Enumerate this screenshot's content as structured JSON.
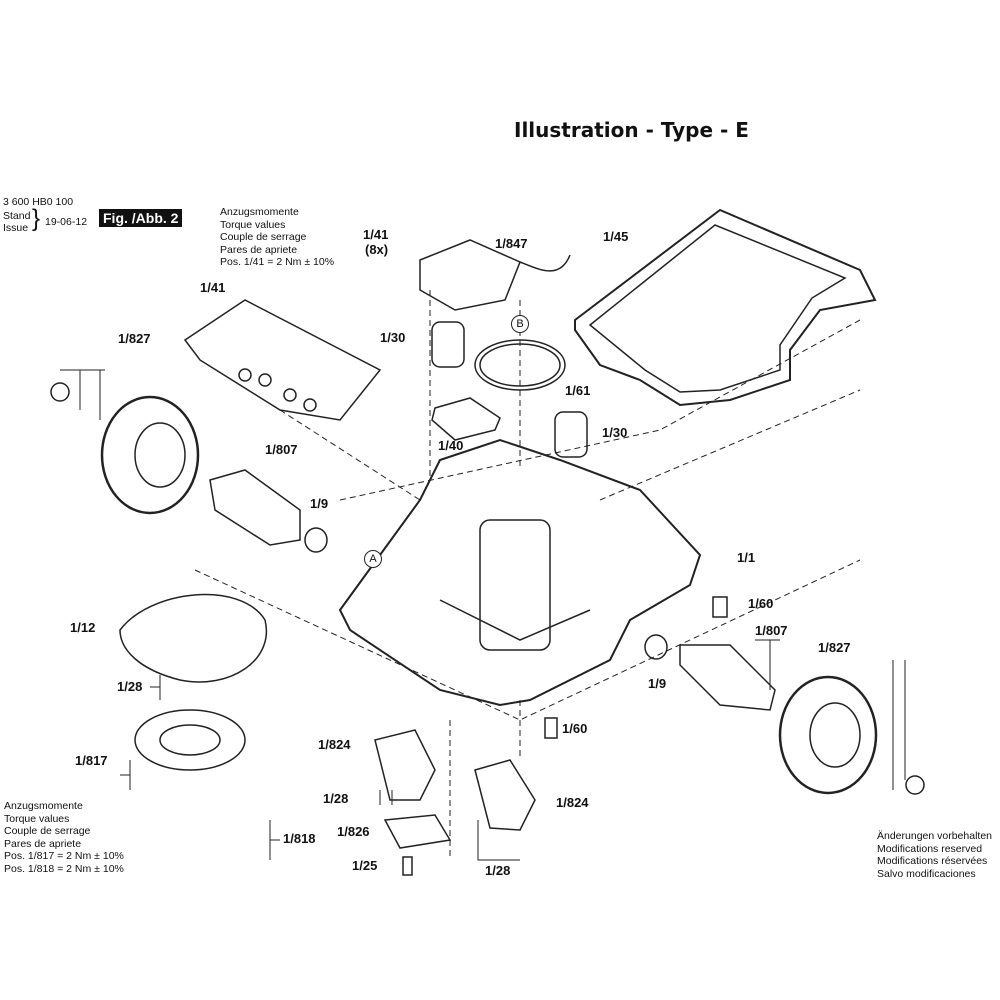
{
  "title": "Illustration - Type - E",
  "part_number": "3 600 HB0 100",
  "stand_label": "Stand",
  "issue_label": "Issue",
  "date": "19-06-12",
  "figure_label": "Fig. /Abb. 2",
  "torque_top": [
    "Anzugsmomente",
    "Torque values",
    "Couple de serrage",
    "Pares de apriete",
    "Pos.   1/41 = 2 Nm ± 10%"
  ],
  "torque_bottom": [
    "Anzugsmomente",
    "Torque values",
    "Couple de serrage",
    "Pares de apriete",
    "Pos. 1/817 = 2 Nm ± 10%",
    "Pos. 1/818 = 2 Nm ± 10%"
  ],
  "modifications": [
    "Änderungen vorbehalten",
    "Modifications reserved",
    "Modifications réservées",
    "Salvo modificaciones"
  ],
  "callouts": [
    "1/41",
    "(8x)",
    "1/847",
    "1/45",
    "1/41",
    "1/827",
    "1/30",
    "1/61",
    "1/40",
    "1/30",
    "1/807",
    "1/9",
    "1/1",
    "1/60",
    "1/12",
    "1/807",
    "1/827",
    "1/28",
    "1/9",
    "1/60",
    "1/817",
    "1/824",
    "1/28",
    "1/824",
    "1/818",
    "1/826",
    "1/25",
    "1/28"
  ],
  "detail_markers": [
    "B",
    "A"
  ]
}
